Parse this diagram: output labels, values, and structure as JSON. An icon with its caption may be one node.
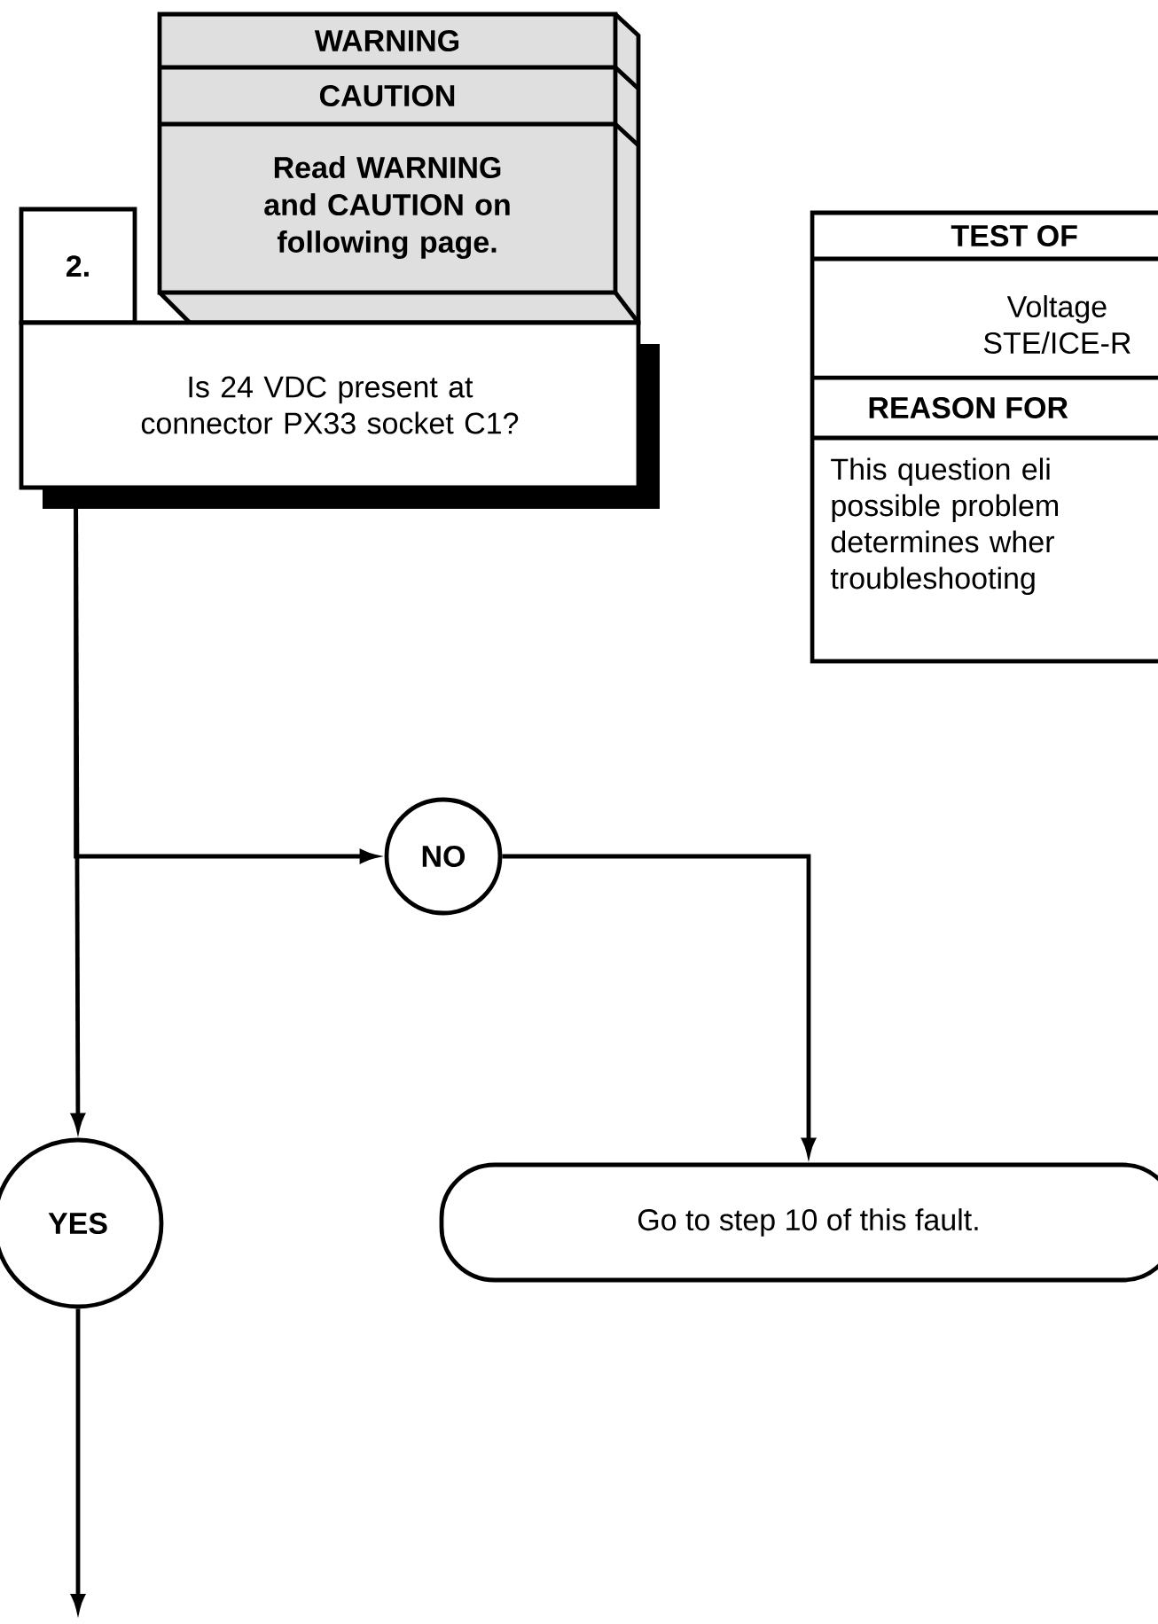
{
  "diagram": {
    "nodes": [
      {
        "text": [
          "WARNING",
          "CAUTION",
          "Read WARNING and CAUTION on following page."
        ]
      },
      {
        "text": [
          "2."
        ]
      },
      {
        "text": [
          "Is 24 VDC present at connector PX33 socket C1?"
        ]
      },
      {
        "text": [
          "TEST OF",
          "Voltage STE/ICE-R",
          "REASON FOR",
          "This question eli possible problem determines wher troubleshooting"
        ]
      },
      {
        "text": [
          "NO"
        ]
      },
      {
        "text": [
          "YES"
        ]
      },
      {
        "text": [
          "Go to step 10 of this fault."
        ]
      }
    ],
    "edges": [
      {
        "from": 2,
        "to": 4,
        "arrow": "to"
      },
      {
        "from": 2,
        "to": 5,
        "arrow": "to"
      },
      {
        "from": 4,
        "to": 6,
        "arrow": "to"
      },
      {
        "from": 5,
        "to": null,
        "arrow": "to"
      }
    ]
  }
}
